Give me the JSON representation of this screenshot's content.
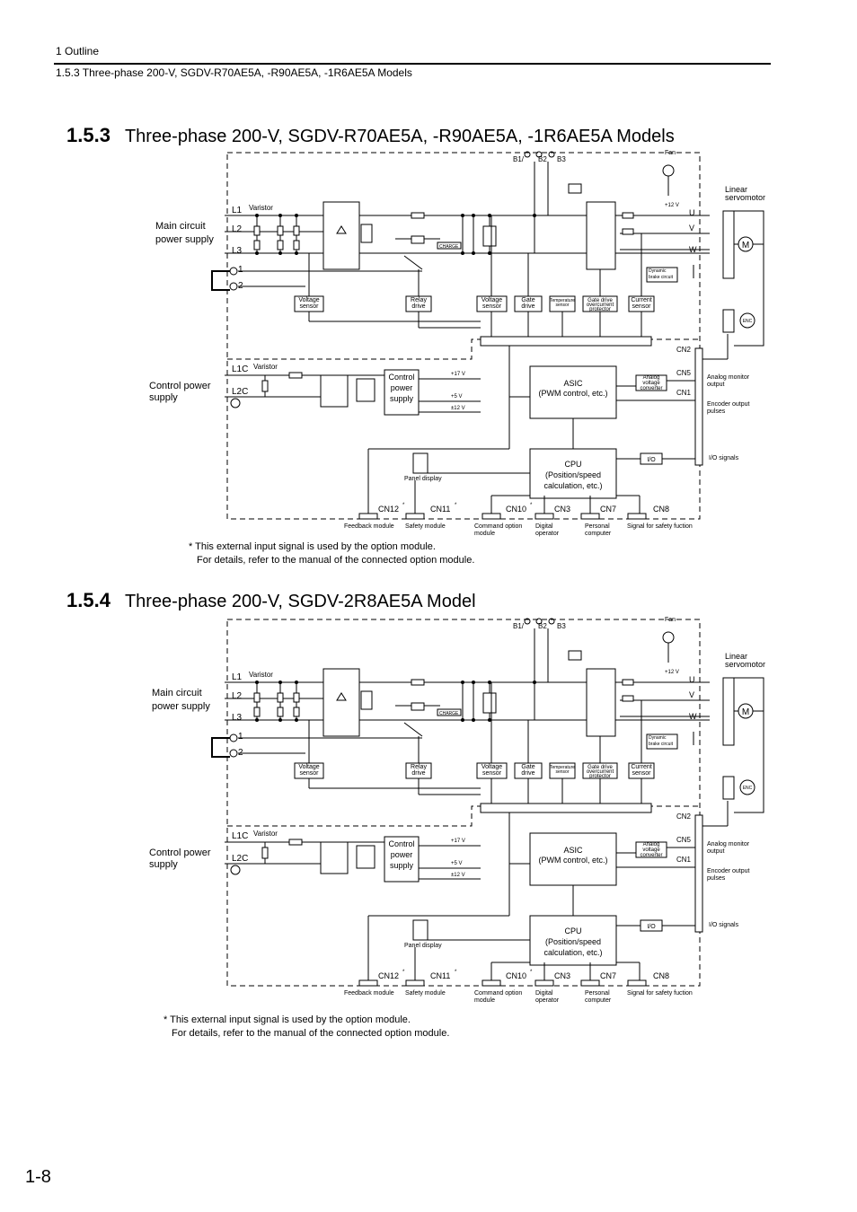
{
  "header": {
    "chapter": "1  Outline",
    "section": "1.5.3  Three-phase 200-V, SGDV-R70AE5A, -R90AE5A, -1R6AE5A Models"
  },
  "section1": {
    "number": "1.5.3",
    "title": "Three-phase 200-V, SGDV-R70AE5A, -R90AE5A, -1R6AE5A Models"
  },
  "section2": {
    "number": "1.5.4",
    "title": "Three-phase 200-V, SGDV-2R8AE5A Model"
  },
  "diagram": {
    "main_circuit": "Main circuit",
    "power_supply": "power supply",
    "control_power": "Control power",
    "supply": "supply",
    "L1": "L1",
    "L2": "L2",
    "L3": "L3",
    "t1": "1",
    "t2": "2",
    "L1C": "L1C",
    "L2C": "L2C",
    "varistor": "Varistor",
    "B1": "B1/",
    "B2": "B2",
    "B3": "B3",
    "fan": "Fan",
    "plus12": "+12 V",
    "linear": "Linear",
    "servomotor": "servomotor",
    "U": "U",
    "V": "V",
    "W": "W",
    "M": "M",
    "ENC": "ENC",
    "charge": "CHARGE",
    "voltage_sensor": [
      "Voltage",
      "sensor"
    ],
    "relay_drive": [
      "Relay",
      "drive"
    ],
    "gate_drive": [
      "Gate",
      "drive"
    ],
    "temperature_sensor": [
      "Temperature",
      "sensor"
    ],
    "gate_drive_protector": [
      "Gate drive",
      "overcurrent",
      "protector"
    ],
    "current_sensor": [
      "Current",
      "sensor"
    ],
    "dynamic_brake": [
      "Dynamic",
      "brake circuit"
    ],
    "control_power_supply": [
      "Control",
      "power",
      "supply"
    ],
    "v17": "+17 V",
    "v5": "+5 V",
    "v12": "±12 V",
    "asic": [
      "ASIC",
      "(PWM control, etc.)"
    ],
    "analog_voltage_converter": [
      "Analog",
      "voltage",
      "converter"
    ],
    "cpu": [
      "CPU",
      "(Position/speed",
      "calculation, etc.)"
    ],
    "io": "I/O",
    "panel_display": "Panel display",
    "cn2": "CN2",
    "cn5": "CN5",
    "cn1": "CN1",
    "analog_monitor": [
      "Analog monitor",
      "output"
    ],
    "encoder_output": [
      "Encoder output",
      "pulses"
    ],
    "io_signals": "I/O signals",
    "cn12": "CN12",
    "cn11": "CN11",
    "cn10": "CN10",
    "cn3": "CN3",
    "cn7": "CN7",
    "cn8": "CN8",
    "star": "*",
    "feedback_module": "Feedback module",
    "safety_module": "Safety module",
    "command_option": [
      "Command option",
      "module"
    ],
    "digital_operator": [
      "Digital",
      "operator"
    ],
    "personal_computer": [
      "Personal",
      "computer"
    ],
    "signal_safety": "Signal for safety fuction"
  },
  "footnote1": {
    "line1": "* This external input signal is used by the option module.",
    "line2": "For details, refer to the manual of the connected option module."
  },
  "footnote2": {
    "line1": "* This external input signal is used by the option module.",
    "line2": "For details, refer to the manual of the connected option module."
  },
  "page_number": "1-8"
}
